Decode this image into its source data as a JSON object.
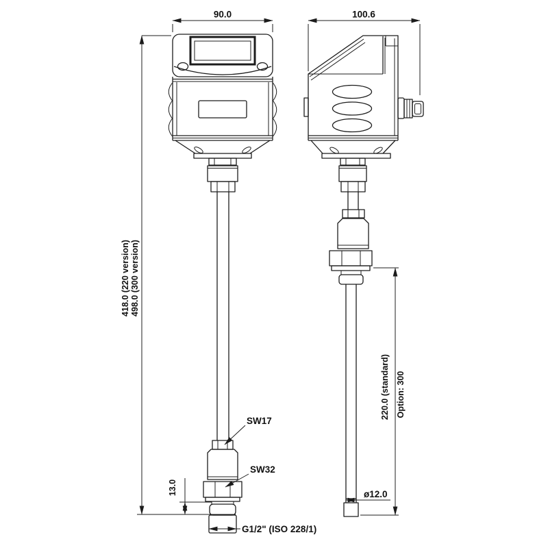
{
  "front_view": {
    "width_dim": "90.0",
    "overall_length_220": "418.0 (220 version)",
    "overall_length_300": "498.0 (300 version)",
    "sw17_label": "SW17",
    "sw32_label": "SW32",
    "relief_height_dim": "13.0",
    "thread_label": "G1/2\" (ISO 228/1)"
  },
  "side_view": {
    "depth_dim": "100.6",
    "probe_length_standard": "220.0 (standard)",
    "probe_length_option": "Option: 300",
    "probe_diameter": "ø12.0"
  },
  "colors": {
    "line": "#1c1c1c",
    "background": "#ffffff"
  }
}
